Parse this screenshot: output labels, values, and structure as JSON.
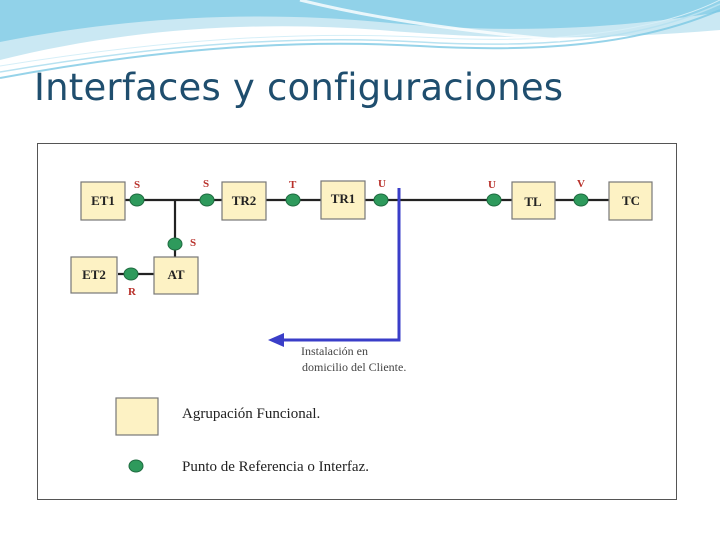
{
  "slide": {
    "title": "Interfaces y configuraciones"
  },
  "diagram": {
    "boxes": {
      "et1": "ET1",
      "tr2": "TR2",
      "tr1": "TR1",
      "tl": "TL",
      "tc": "TC",
      "et2": "ET2",
      "at": "AT"
    },
    "reference_points": {
      "s1": "S",
      "s2": "S",
      "t": "T",
      "u1": "U",
      "u2": "U",
      "v": "V",
      "s3": "S",
      "r": "R"
    },
    "note": {
      "line1": "Instalación en",
      "line2": "domicilio del Cliente."
    },
    "legend": {
      "functional_group": "Agrupación Funcional.",
      "reference_point": "Punto de Referencia o Interfaz."
    }
  },
  "colors": {
    "title": "#1f4e6e",
    "box_fill": "#fdf2c4",
    "ref_point": "#2e9a5c",
    "ref_label": "#b8302a",
    "blue_line": "#3a3ec8"
  }
}
